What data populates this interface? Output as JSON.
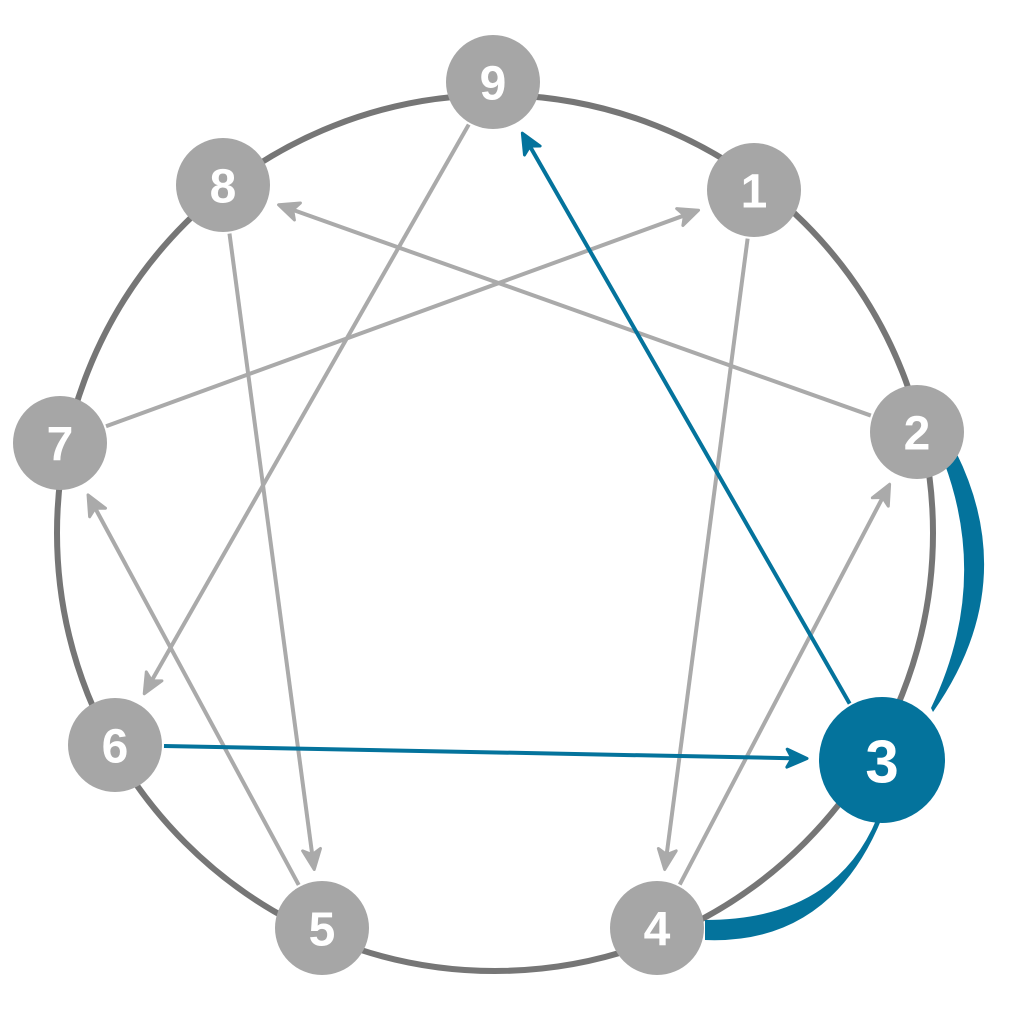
{
  "title": "Enneagram Type 3 connections",
  "colors": {
    "highlight": "#04739c",
    "node": "#a6a6a6",
    "ring": "#767676",
    "line": "#aaaaaa",
    "label": "#ffffff"
  },
  "highlighted_node": "3",
  "nodes": [
    {
      "id": "9",
      "label": "9"
    },
    {
      "id": "1",
      "label": "1"
    },
    {
      "id": "2",
      "label": "2"
    },
    {
      "id": "3",
      "label": "3"
    },
    {
      "id": "4",
      "label": "4"
    },
    {
      "id": "5",
      "label": "5"
    },
    {
      "id": "6",
      "label": "6"
    },
    {
      "id": "7",
      "label": "7"
    },
    {
      "id": "8",
      "label": "8"
    }
  ],
  "edges": [
    {
      "from": "9",
      "to": "6",
      "highlight": false
    },
    {
      "from": "8",
      "to": "5",
      "highlight": false
    },
    {
      "from": "1",
      "to": "4",
      "highlight": false
    },
    {
      "from": "7",
      "to": "1",
      "highlight": false
    },
    {
      "from": "2",
      "to": "8",
      "highlight": false
    },
    {
      "from": "5",
      "to": "7",
      "highlight": false
    },
    {
      "from": "4",
      "to": "2",
      "highlight": false
    },
    {
      "from": "3",
      "to": "9",
      "highlight": true
    },
    {
      "from": "6",
      "to": "3",
      "highlight": true
    }
  ],
  "wings": [
    {
      "from": "2",
      "to": "3"
    },
    {
      "from": "4",
      "to": "3"
    }
  ]
}
